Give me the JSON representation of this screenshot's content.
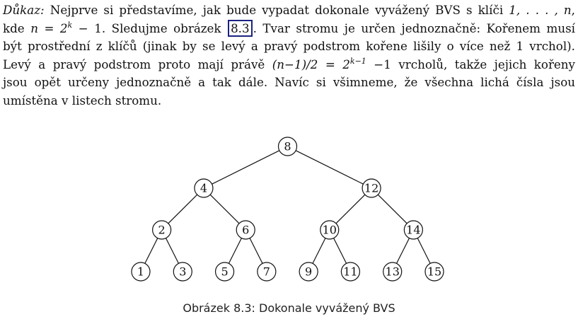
{
  "paragraph": {
    "line1": {
      "proof_label": "Důkaz:",
      "text_a": " Nejprve si představíme, jak bude vypadat dokonale vyvážený BVS s klíči ",
      "math_keys": "1, . . . , n",
      "text_b": ","
    },
    "line2": {
      "text_a": "kde ",
      "math_n": "n = 2",
      "math_k": "k",
      "math_minus": " − 1",
      "text_b": ". Sledujme obrázek ",
      "figure_ref": "8.3",
      "text_c": ". Tvar stromu je určen jednoznačně: Kořenem musí"
    },
    "line3": "být prostřední z klíčů (jinak by se levý a pravý podstrom kořene lišily o více než 1 vrchol).",
    "line4": {
      "text_a": "Levý a pravý podstrom proto mají právě ",
      "math_a": "(n−1)/2 = 2",
      "math_sup": "k−1",
      "math_b": " −1",
      "text_b": " vrcholů, takže jejich kořeny"
    },
    "line5": "jsou opět určeny jednoznačně a tak dále. Navíc si všimneme, že všechna lichá čísla jsou",
    "line6": "umístěna v listech stromu."
  },
  "tree": {
    "levels": [
      [
        "8"
      ],
      [
        "4",
        "12"
      ],
      [
        "2",
        "6",
        "10",
        "14"
      ],
      [
        "1",
        "3",
        "5",
        "7",
        "9",
        "11",
        "13",
        "15"
      ]
    ]
  },
  "figure": {
    "caption": "Obrázek 8.3: Dokonale vyvážený BVS"
  },
  "colors": {
    "reference_box": "#1a237e",
    "text": "#111111"
  }
}
